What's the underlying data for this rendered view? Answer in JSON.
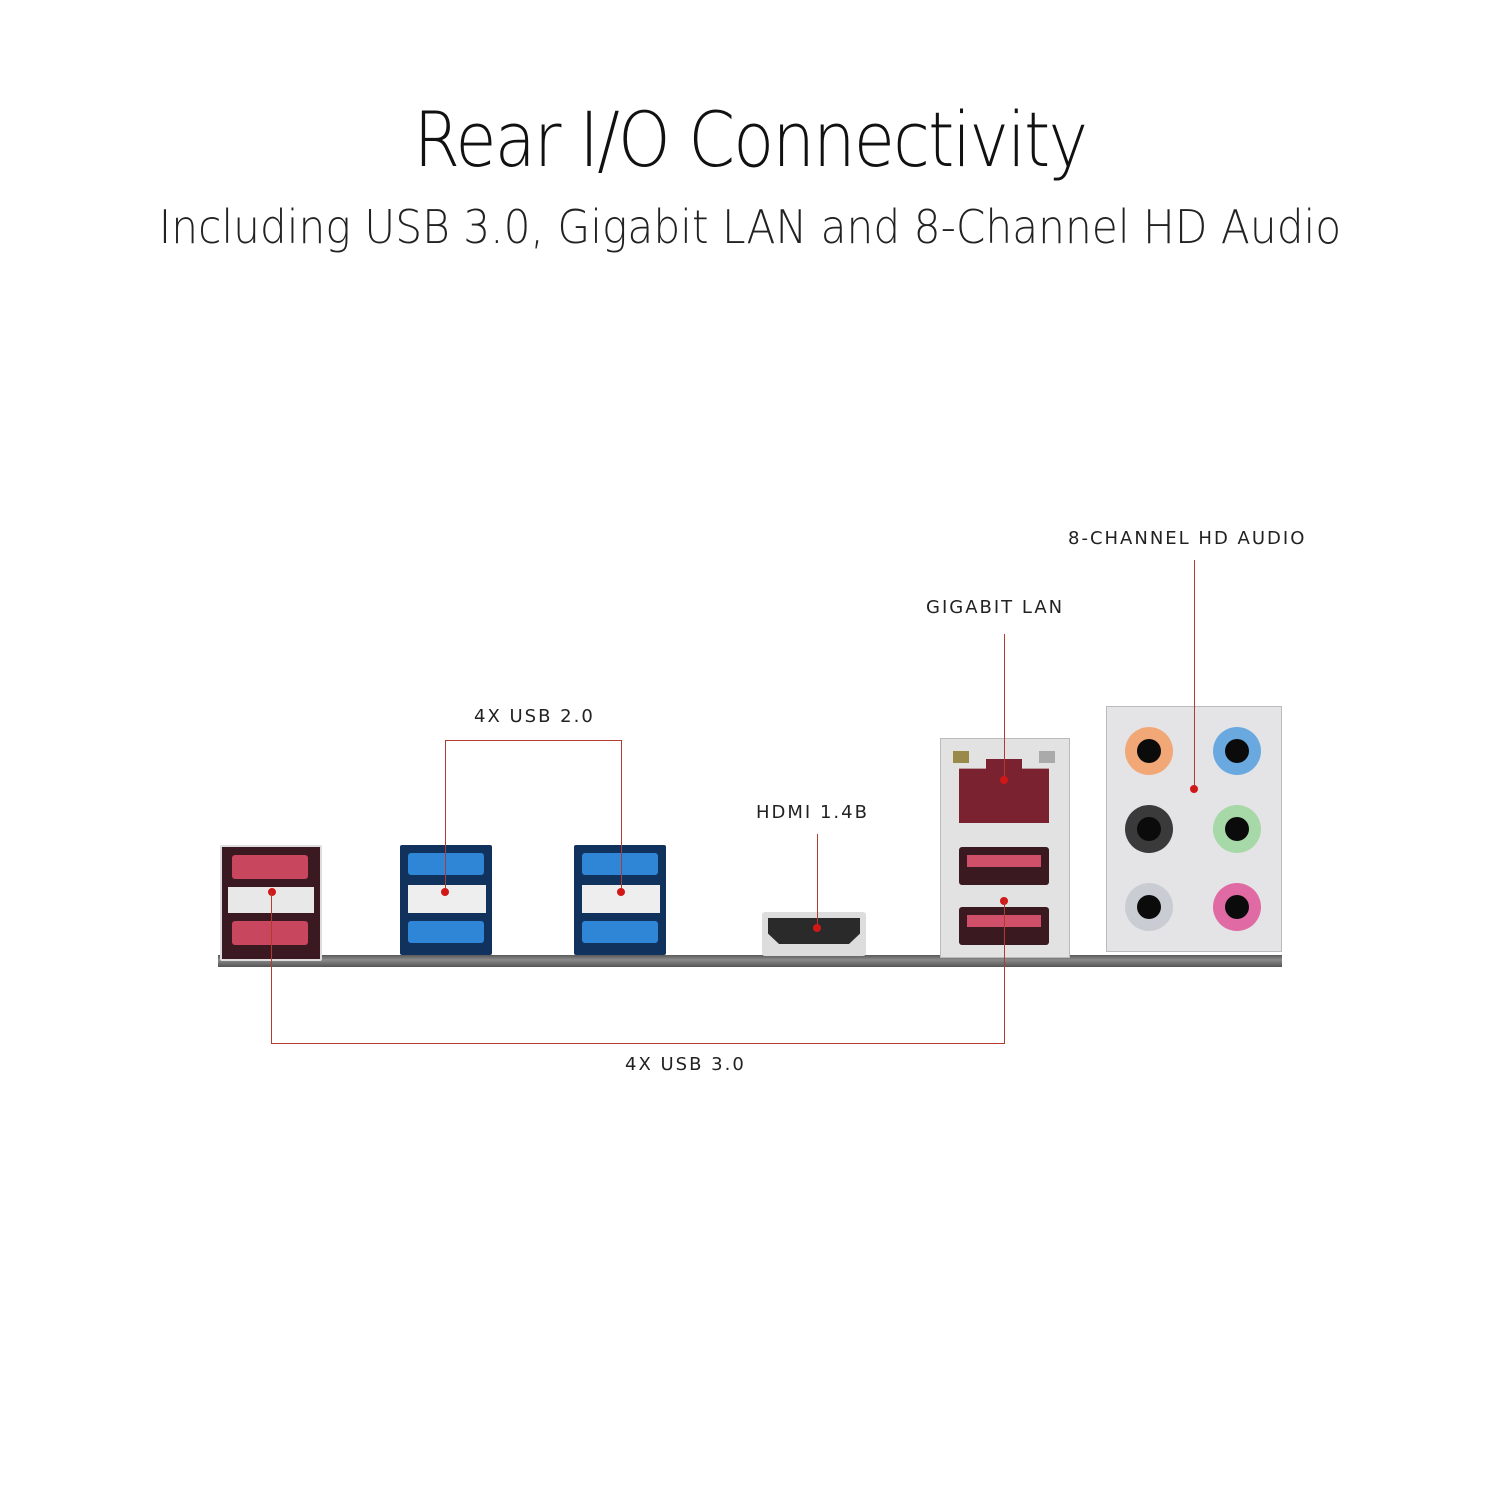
{
  "header": {
    "title": "Rear I/O Connectivity",
    "subtitle": "Including USB 3.0, Gigabit LAN and 8-Channel HD Audio"
  },
  "callouts": {
    "usb20": "4X USB 2.0",
    "usb30": "4X USB 3.0",
    "hdmi": "HDMI 1.4B",
    "lan": "GIGABIT LAN",
    "audio": "8-CHANNEL HD AUDIO"
  },
  "colors": {
    "callout_line": "#b23a2e",
    "usb30_red": "#c8465e",
    "usb20_blue": "#2f86d6",
    "jack_orange": "#f2a777",
    "jack_blue": "#6aa9e0",
    "jack_black": "#3a3a3a",
    "jack_green": "#a7d8a8",
    "jack_gray": "#c9ccd2",
    "jack_pink": "#e06aa3"
  },
  "ports": [
    {
      "name": "USB 3.0 stack (left)",
      "count": 2,
      "color": "red"
    },
    {
      "name": "USB 2.0 stack 1",
      "count": 2,
      "color": "blue"
    },
    {
      "name": "USB 2.0 stack 2",
      "count": 2,
      "color": "blue"
    },
    {
      "name": "HDMI",
      "count": 1
    },
    {
      "name": "LAN + USB 3.0",
      "count": 3
    },
    {
      "name": "Audio jacks",
      "count": 6
    }
  ]
}
